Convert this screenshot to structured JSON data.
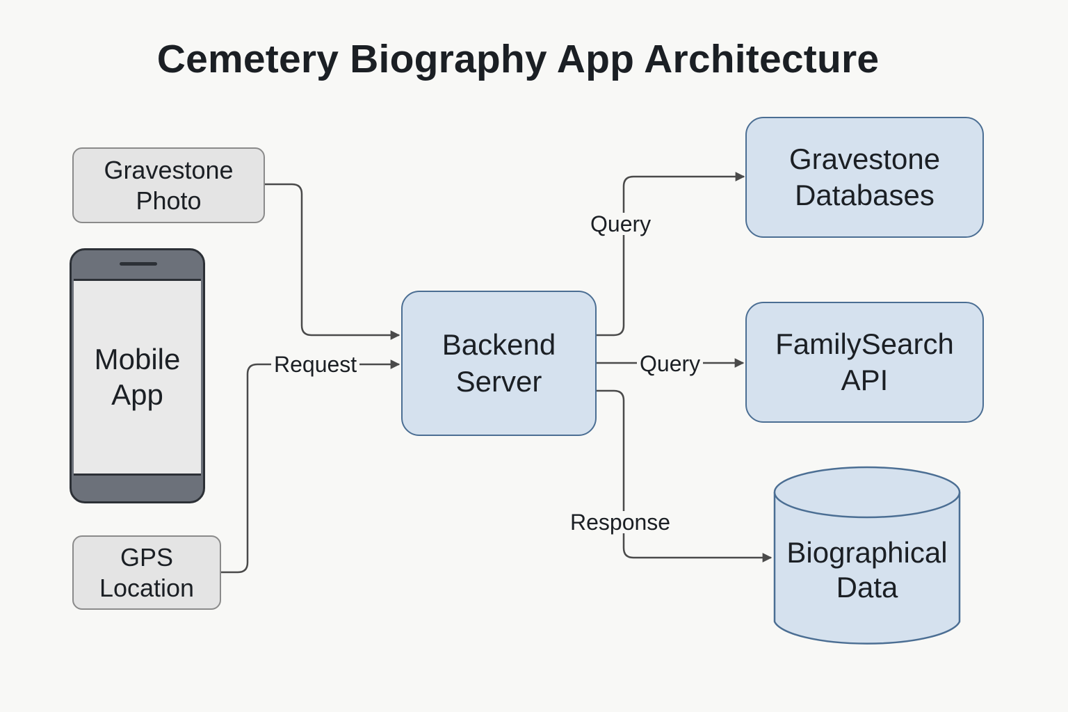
{
  "title": "Cemetery Biography App Architecture",
  "nodes": {
    "gravestone_photo": "Gravestone\nPhoto",
    "mobile_app": "Mobile\nApp",
    "gps_location": "GPS\nLocation",
    "backend_server": "Backend\nServer",
    "gravestone_databases": "Gravestone\nDatabases",
    "familysearch_api": "FamilySearch\nAPI",
    "biographical_data": "Biographical\nData"
  },
  "edges": {
    "request": "Request",
    "query_databases": "Query",
    "query_api": "Query",
    "response": "Response"
  },
  "colors": {
    "background": "#f8f8f6",
    "input_fill": "#e4e4e4",
    "input_border": "#8a8a8a",
    "blue_fill": "#d5e1ee",
    "blue_border": "#4b6e93",
    "phone_body": "#6c717a",
    "connector": "#4a4a4a"
  }
}
